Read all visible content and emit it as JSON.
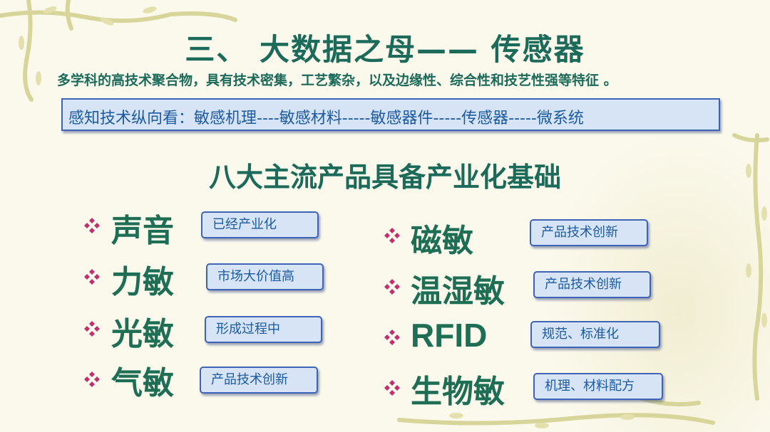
{
  "slide": {
    "title": "三、 大数据之母—— 传感器",
    "subtitle": "多学科的高技术聚合物，具有技术密集，工艺繁杂，以及边缘性、综合性和技艺性强等特征 。",
    "longitudinal_view": "感知技术纵向看：敏感机理----敏感材料-----敏感器件-----传感器-----微系统",
    "section_heading": "八大主流产品具备产业化基础"
  },
  "products_left": [
    {
      "name": "声音",
      "status": "已经产业化"
    },
    {
      "name": "力敏",
      "status": "市场大价值高"
    },
    {
      "name": "光敏",
      "status": "形成过程中"
    },
    {
      "name": "气敏",
      "status": "产品技术创新"
    }
  ],
  "products_right": [
    {
      "name": "磁敏",
      "status": "产品技术创新"
    },
    {
      "name": "温湿敏",
      "status": "产品技术创新"
    },
    {
      "name": "RFID",
      "status": "规范、标准化"
    },
    {
      "name": "生物敏",
      "status": "机理、材料配方"
    }
  ],
  "colors": {
    "title": "#1c6b5a",
    "badge_fill": "#d6e4f6",
    "badge_border": "#3f63b5",
    "bullet": "#c0306f"
  }
}
